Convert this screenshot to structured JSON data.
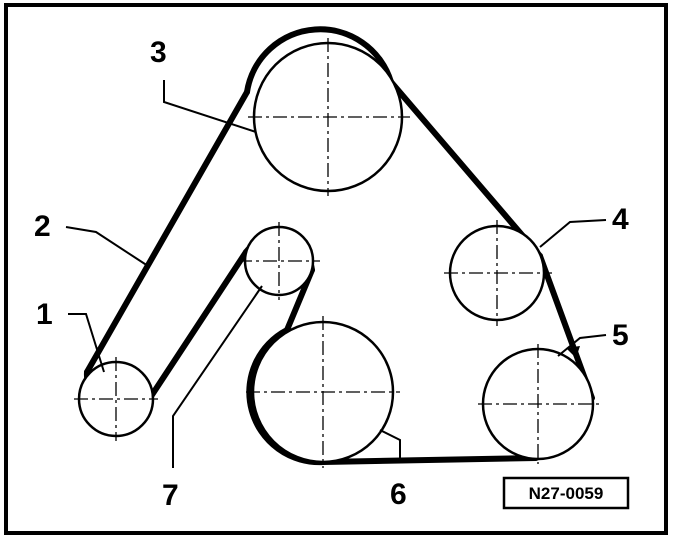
{
  "figure": {
    "reference_code": "N27-0059"
  },
  "callouts": [
    {
      "id": "1",
      "label": "1"
    },
    {
      "id": "2",
      "label": "2"
    },
    {
      "id": "3",
      "label": "3"
    },
    {
      "id": "4",
      "label": "4"
    },
    {
      "id": "5",
      "label": "5"
    },
    {
      "id": "6",
      "label": "6"
    },
    {
      "id": "7",
      "label": "7"
    }
  ],
  "colors": {
    "line": "#000000",
    "background": "#ffffff"
  }
}
